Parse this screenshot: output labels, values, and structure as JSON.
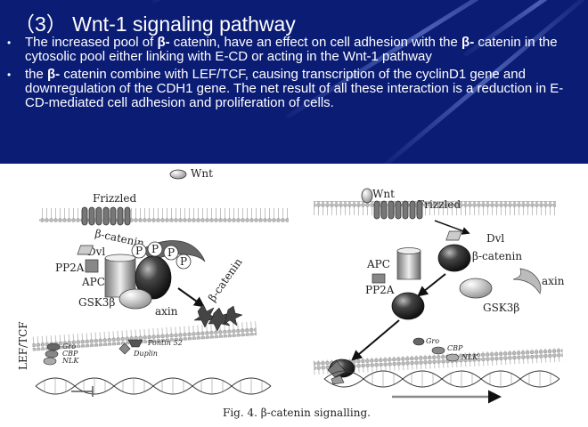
{
  "slide": {
    "title": "（3） Wnt-1 signaling pathway",
    "bullets": [
      {
        "parts": [
          {
            "text": "The increased pool of ",
            "bold": false
          },
          {
            "text": "β-",
            "bold": true
          },
          {
            "text": " catenin, have an effect on cell adhesion with the ",
            "bold": false
          },
          {
            "text": "β-",
            "bold": true
          },
          {
            "text": " catenin in the cytosolic pool either linking with E-CD or acting in the Wnt-1 pathway",
            "bold": false
          }
        ]
      },
      {
        "parts": [
          {
            "text": "the ",
            "bold": false
          },
          {
            "text": "β-",
            "bold": true
          },
          {
            "text": " catenin combine with LEF/TCF, causing transcription of the cyclinD1 gene and downregulation of the CDH1 gene. The net result of all these interaction is a reduction in E-CD-mediated cell adhesion and proliferation of cells.",
            "bold": false
          }
        ]
      }
    ]
  },
  "figure": {
    "caption": "Fig. 4.  β-catenin signalling.",
    "left_panel": {
      "wnt": "Wnt",
      "frizzled": "Frizzled",
      "beta_catenin": "β-catenin",
      "dvl": "Dvl",
      "pp2a": "PP2A",
      "apc": "APC",
      "gsk3b": "GSK3β",
      "axin": "axin",
      "beta_catenin_arrow": "β-catenin",
      "lef_tcf": "LEF/TCF",
      "gro": "Gro",
      "cbp": "CBP",
      "nlk": "NLK",
      "pontin": "Pontin 52",
      "duplin": "Duplin",
      "phospho": [
        "P",
        "P",
        "P",
        "P"
      ]
    },
    "right_panel": {
      "wnt": "Wnt",
      "frizzled": "Frizzled",
      "dvl": "Dvl",
      "apc": "APC",
      "beta_catenin": "β-catenin",
      "pp2a": "PP2A",
      "axin": "axin",
      "gsk3b": "GSK3β",
      "gro": "Gro",
      "cbp": "CBP",
      "nlk": "NLK"
    }
  }
}
